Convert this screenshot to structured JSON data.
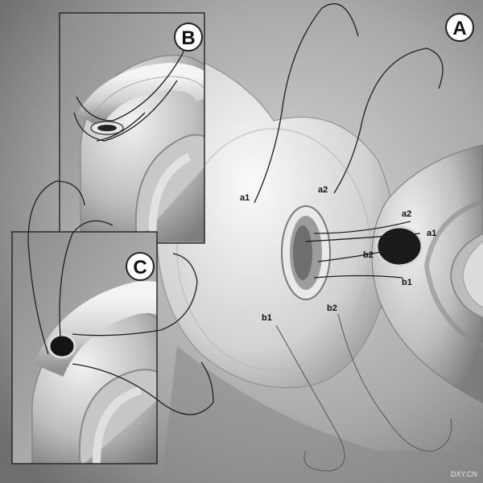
{
  "figure": {
    "badges": {
      "A": "A",
      "B": "B",
      "C": "C"
    },
    "labels": {
      "a1_left": "a1",
      "a2_left": "a2",
      "a2_right": "a2",
      "a1_right": "a1",
      "b2_mid": "b2",
      "b1_mid": "b1",
      "b1_low": "b1",
      "b2_low": "b2"
    },
    "watermark": "DXY.CN",
    "colors": {
      "background": "#9a9a9a",
      "inset_frame": "#2a2a2a",
      "badge_fill": "#ffffff",
      "lumen": "#141414"
    }
  }
}
